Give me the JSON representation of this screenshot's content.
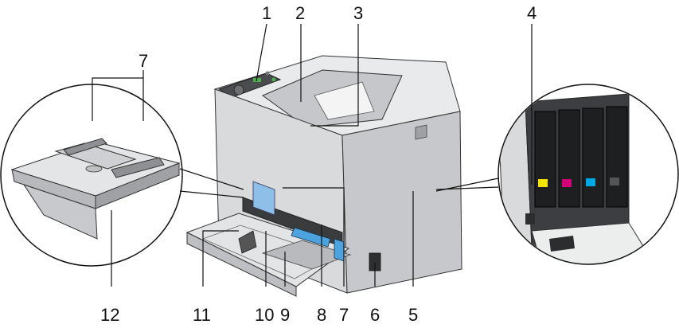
{
  "callouts": {
    "c1": "1",
    "c2": "2",
    "c3": "3",
    "c4": "4",
    "c5": "5",
    "c6": "6",
    "c7_left": "7",
    "c7_bottom": "7",
    "c8": "8",
    "c9": "9",
    "c10": "10",
    "c11": "11",
    "c12": "12"
  },
  "colors": {
    "printer_body": "#d9dadc",
    "printer_shadow": "#a9abae",
    "printer_dark": "#6d6f72",
    "line": "#111111",
    "toner_yellow": "#f2e400",
    "toner_magenta": "#d4007a",
    "toner_cyan": "#00a9e6",
    "toner_black": "#222222",
    "accent_blue": "#4da3e0"
  }
}
